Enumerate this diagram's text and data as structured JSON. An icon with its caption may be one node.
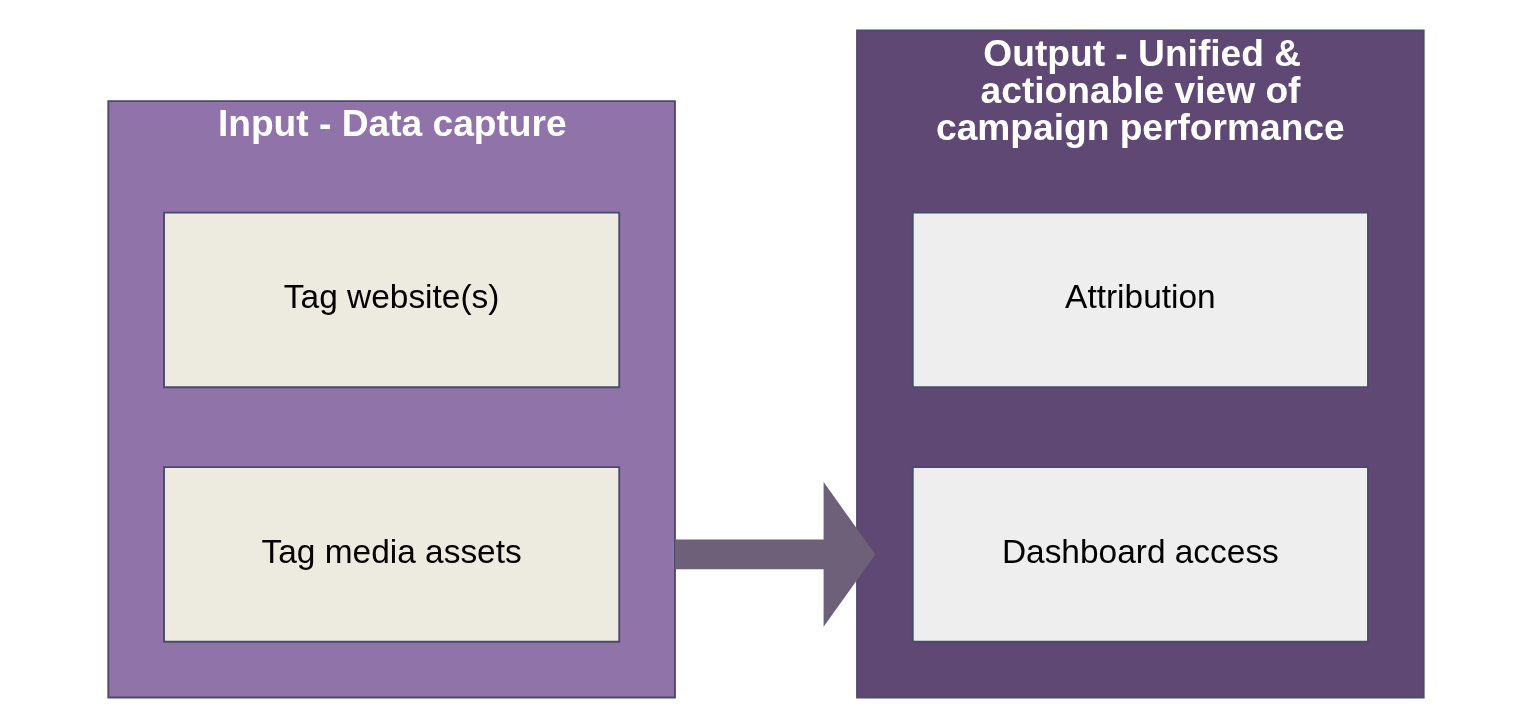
{
  "diagram": {
    "nodes": [
      {
        "text": [
          "Input - Data capture"
        ]
      },
      {
        "text": [
          "Tag website(s)"
        ],
        "in": 0
      },
      {
        "text": [
          "Tag media assets"
        ],
        "in": 0
      },
      {
        "text": [
          "Output - Unified & actionable view of campaign performance"
        ]
      },
      {
        "text": [
          "Attribution"
        ],
        "in": 3
      },
      {
        "text": [
          "Dashboard access"
        ],
        "in": 3
      }
    ],
    "edges": [
      {
        "from": 0,
        "to": 3,
        "arrow": "to"
      }
    ]
  }
}
